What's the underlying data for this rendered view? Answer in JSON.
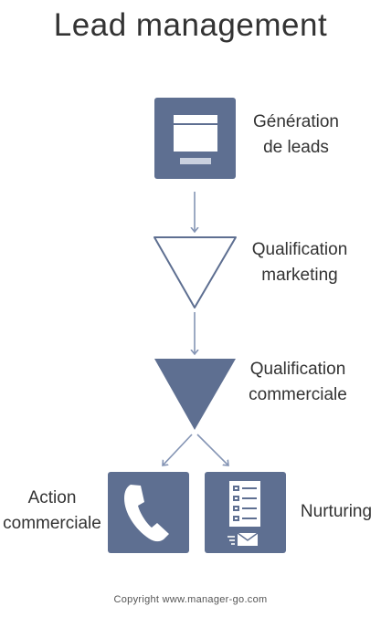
{
  "title": "Lead management",
  "steps": {
    "generation": {
      "line1": "Génération",
      "line2": "de leads"
    },
    "qualification_marketing": {
      "line1": "Qualification",
      "line2": "marketing"
    },
    "qualification_commerciale": {
      "line1": "Qualification",
      "line2": "commerciale"
    },
    "action_commerciale": {
      "line1": "Action",
      "line2": "commerciale"
    },
    "nurturing": {
      "line1": "Nurturing"
    }
  },
  "copyright": "Copyright www.manager-go.com",
  "colors": {
    "shape_fill": "#5e6f91",
    "arrow": "#8494b4",
    "text": "#333333"
  },
  "icons": [
    "browser-window-icon",
    "phone-icon",
    "checklist-email-icon"
  ]
}
